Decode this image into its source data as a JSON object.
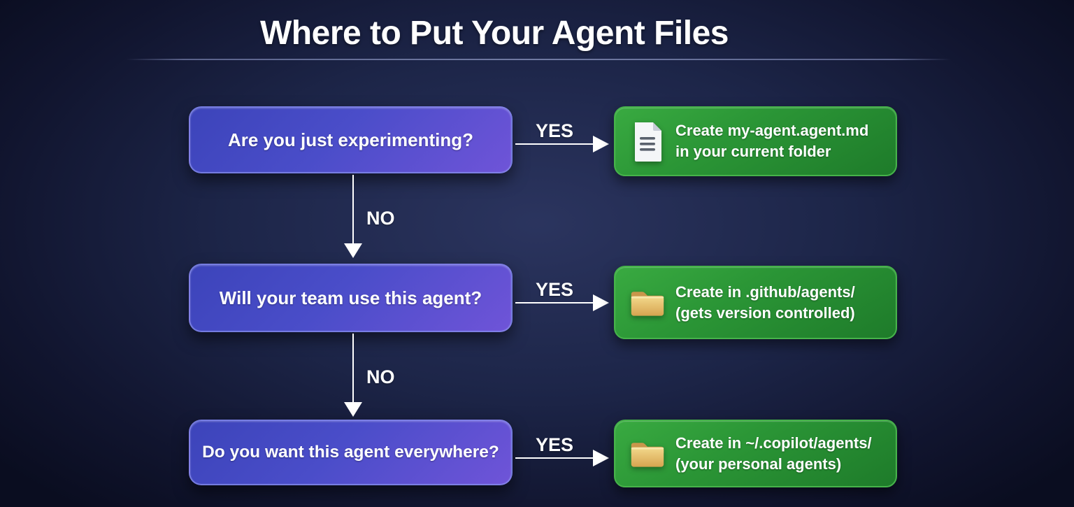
{
  "title": "Where to Put Your Agent Files",
  "labels": {
    "yes": "YES",
    "no": "NO"
  },
  "questions": [
    {
      "text": "Are you just experimenting?"
    },
    {
      "text": "Will your team use this agent?"
    },
    {
      "text": "Do you want this agent everywhere?"
    }
  ],
  "results": [
    {
      "icon": "document-icon",
      "line1": "Create my-agent.agent.md",
      "line2": "in your current folder"
    },
    {
      "icon": "folder-icon",
      "line1": "Create in .github/agents/",
      "line2": "(gets version controlled)"
    },
    {
      "icon": "folder-icon",
      "line1": "Create in ~/.copilot/agents/",
      "line2": "(your personal agents)"
    }
  ],
  "colors": {
    "background_center": "#242e56",
    "background_edge": "#0b0e22",
    "question_box_start": "#3c44ba",
    "question_box_end": "#6f54d8",
    "question_box_border": "#8c93ee",
    "result_box_start": "#39aa41",
    "result_box_end": "#1e7b2a",
    "result_box_border": "#46b34a",
    "folder_icon": "#e6c06a",
    "document_icon": "#f4f6f8",
    "arrow": "#ffffff",
    "divider": "#a8b2de",
    "text": "#ffffff"
  }
}
